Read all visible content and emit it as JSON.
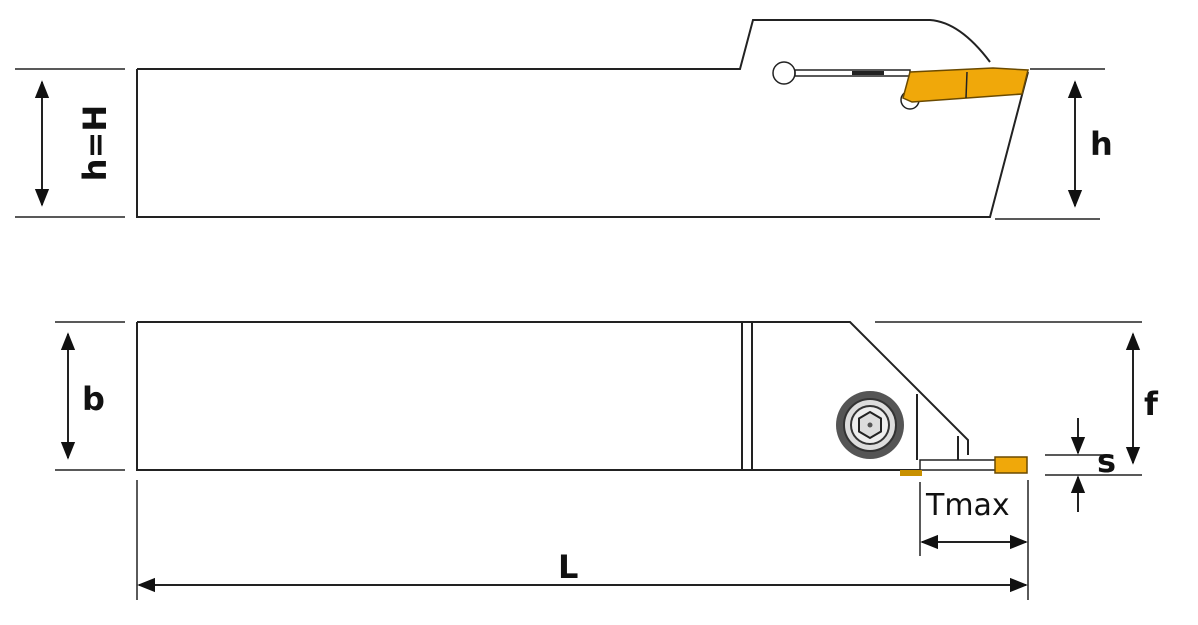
{
  "labels": {
    "height_equals": "h=H",
    "height": "h",
    "width": "b",
    "offset": "f",
    "seat": "s",
    "max_depth": "Tmax",
    "length": "L"
  },
  "colors": {
    "insert": "#F0A80A",
    "line": "#222222"
  }
}
